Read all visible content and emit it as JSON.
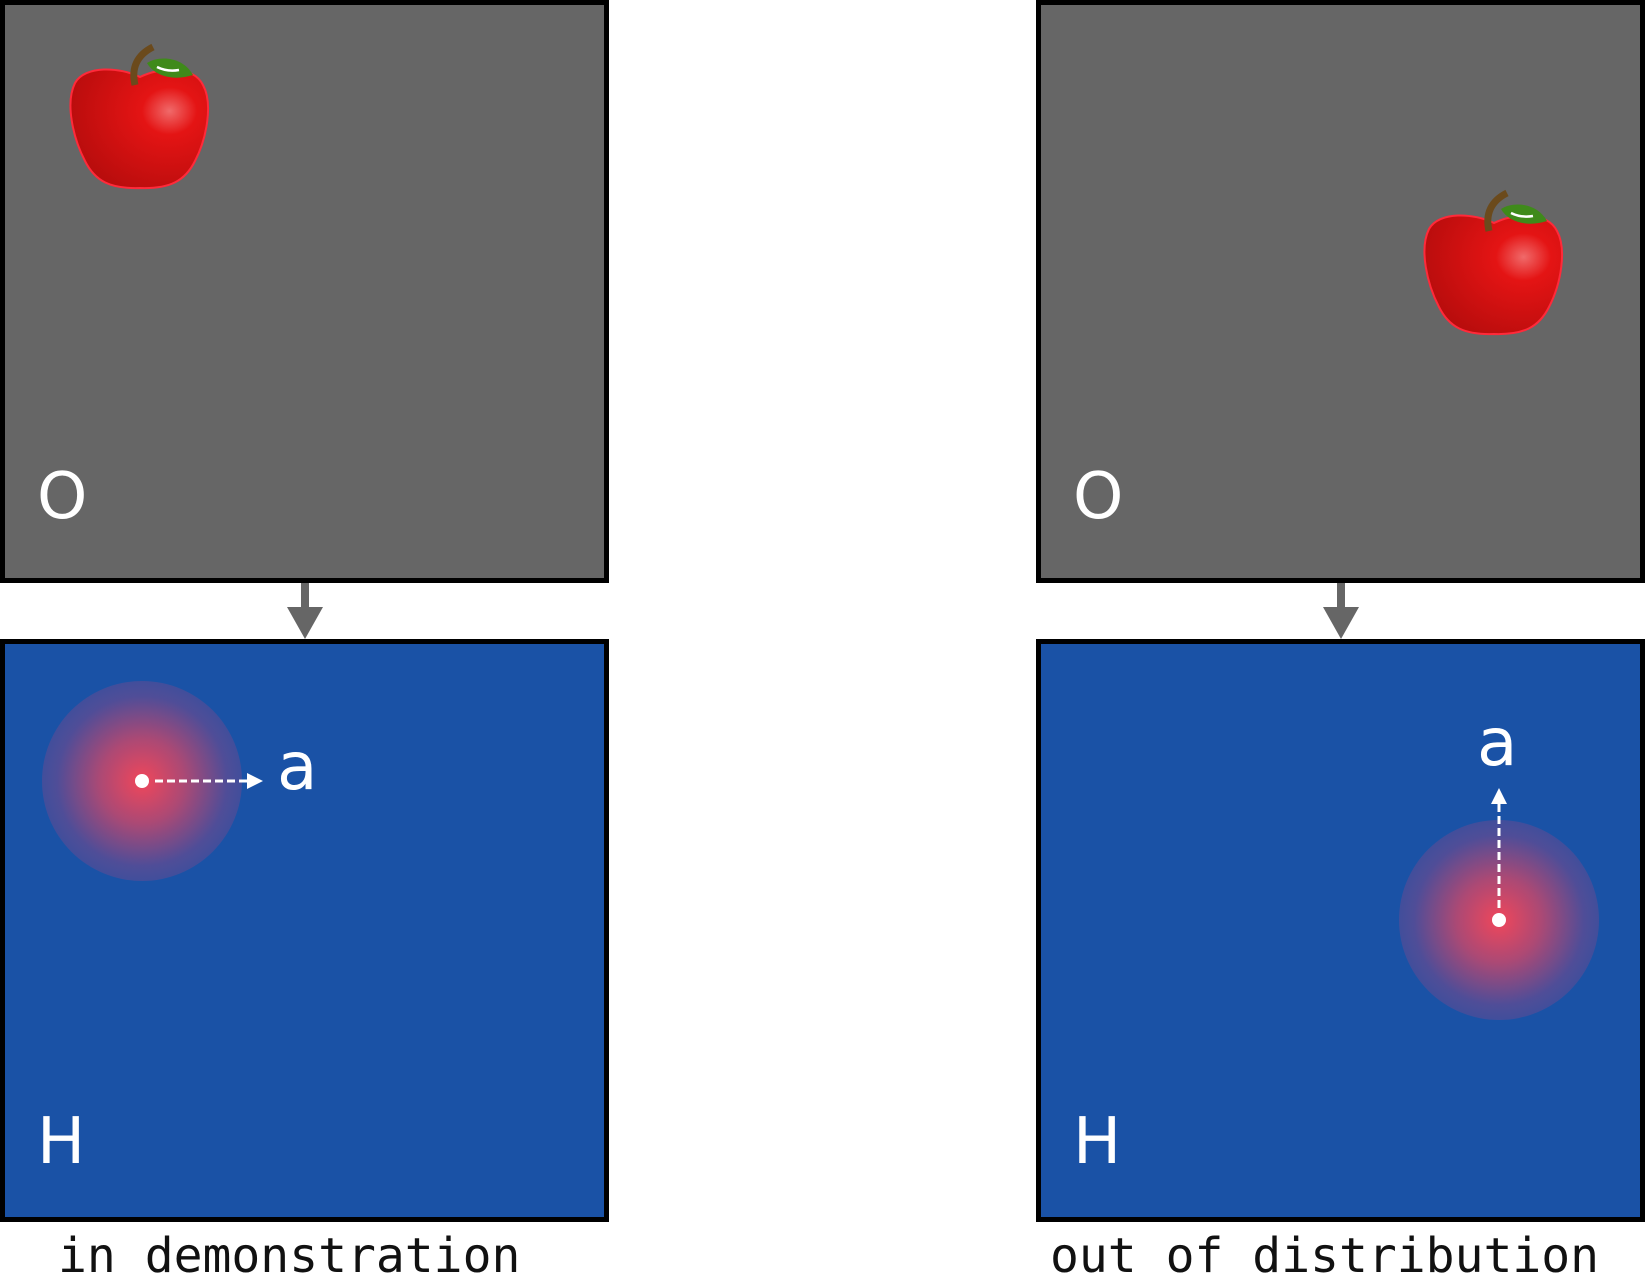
{
  "left": {
    "observation_label": "O",
    "heatmap_label": "H",
    "action_label": "a",
    "caption": "in demonstration"
  },
  "right": {
    "observation_label": "O",
    "heatmap_label": "H",
    "action_label": "a",
    "caption": "out of distribution"
  },
  "colors": {
    "observation_bg": "#666666",
    "heatmap_bg": "#1a52a6",
    "border": "#000000",
    "arrow": "#666666",
    "hotspot": "#f0465a"
  }
}
